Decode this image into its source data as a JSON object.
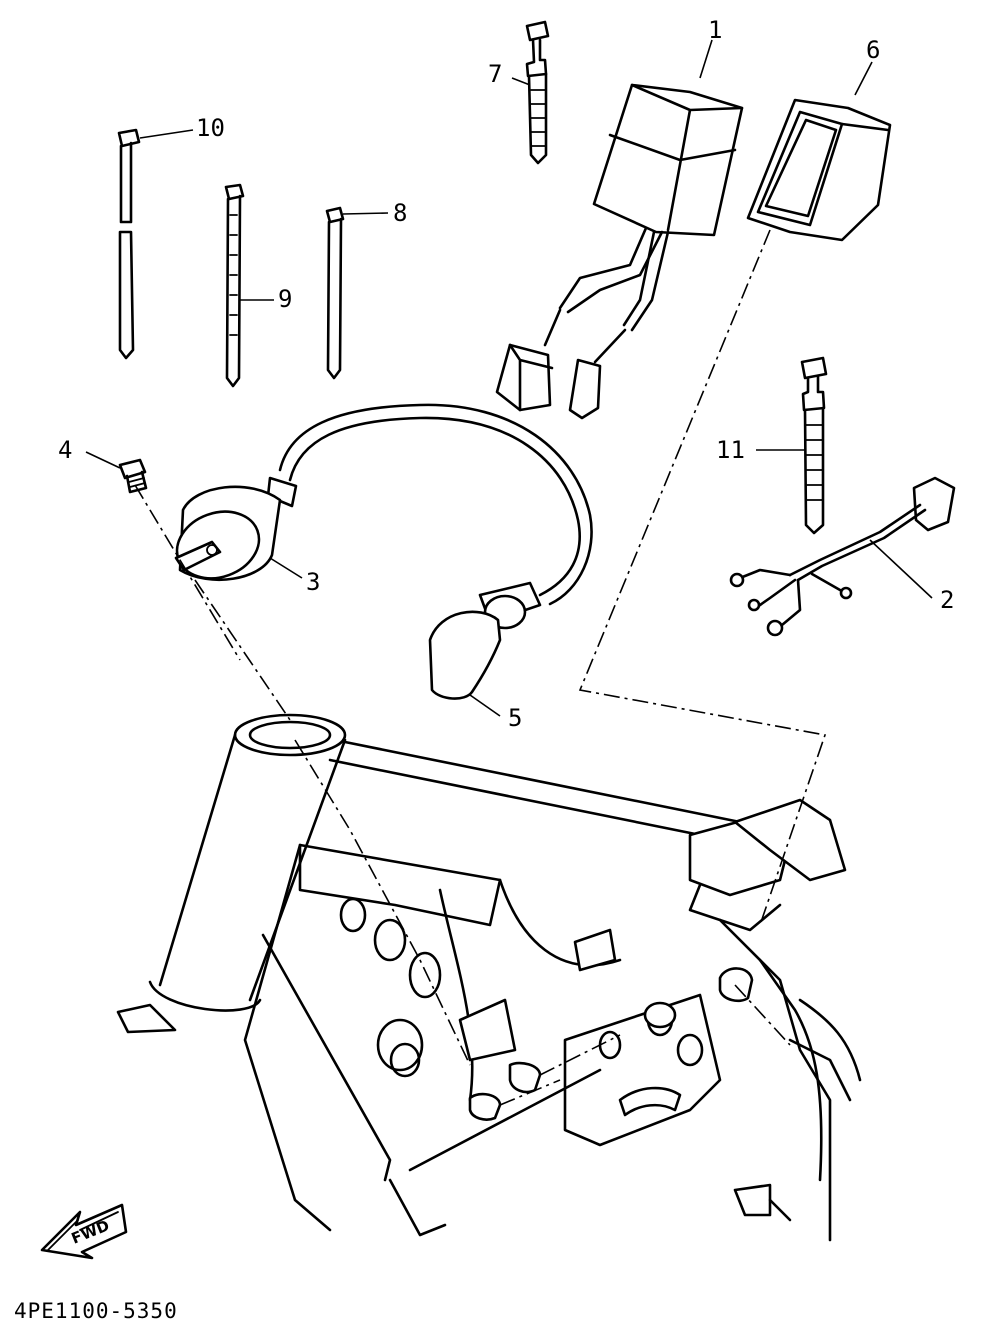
{
  "diagram_code": "4PE1100-5350",
  "fwd_label": "FWD",
  "callouts": {
    "c1": "1",
    "c2": "2",
    "c3": "3",
    "c4": "4",
    "c5": "5",
    "c6": "6",
    "c7": "7",
    "c8": "8",
    "c9": "9",
    "c10": "10",
    "c11": "11"
  }
}
